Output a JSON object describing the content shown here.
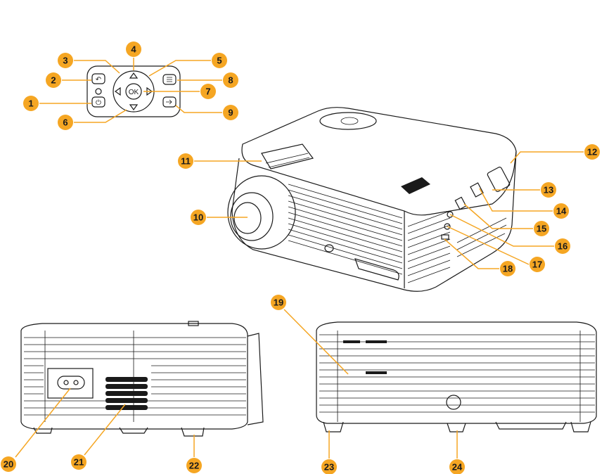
{
  "accent_color": "#F5A623",
  "badge_text_color": "#1a1a1a",
  "remote_keypad": {
    "ok_label": "OK"
  },
  "callouts": [
    {
      "id": "1",
      "label": "1"
    },
    {
      "id": "2",
      "label": "2"
    },
    {
      "id": "3",
      "label": "3"
    },
    {
      "id": "4",
      "label": "4"
    },
    {
      "id": "5",
      "label": "5"
    },
    {
      "id": "6",
      "label": "6"
    },
    {
      "id": "7",
      "label": "7"
    },
    {
      "id": "8",
      "label": "8"
    },
    {
      "id": "9",
      "label": "9"
    },
    {
      "id": "10",
      "label": "10"
    },
    {
      "id": "11",
      "label": "11"
    },
    {
      "id": "12",
      "label": "12"
    },
    {
      "id": "13",
      "label": "13"
    },
    {
      "id": "14",
      "label": "14"
    },
    {
      "id": "15",
      "label": "15"
    },
    {
      "id": "16",
      "label": "16"
    },
    {
      "id": "17",
      "label": "17"
    },
    {
      "id": "18",
      "label": "18"
    },
    {
      "id": "19",
      "label": "19"
    },
    {
      "id": "20",
      "label": "20"
    },
    {
      "id": "21",
      "label": "21"
    },
    {
      "id": "22",
      "label": "22"
    },
    {
      "id": "23",
      "label": "23"
    },
    {
      "id": "24",
      "label": "24"
    }
  ]
}
